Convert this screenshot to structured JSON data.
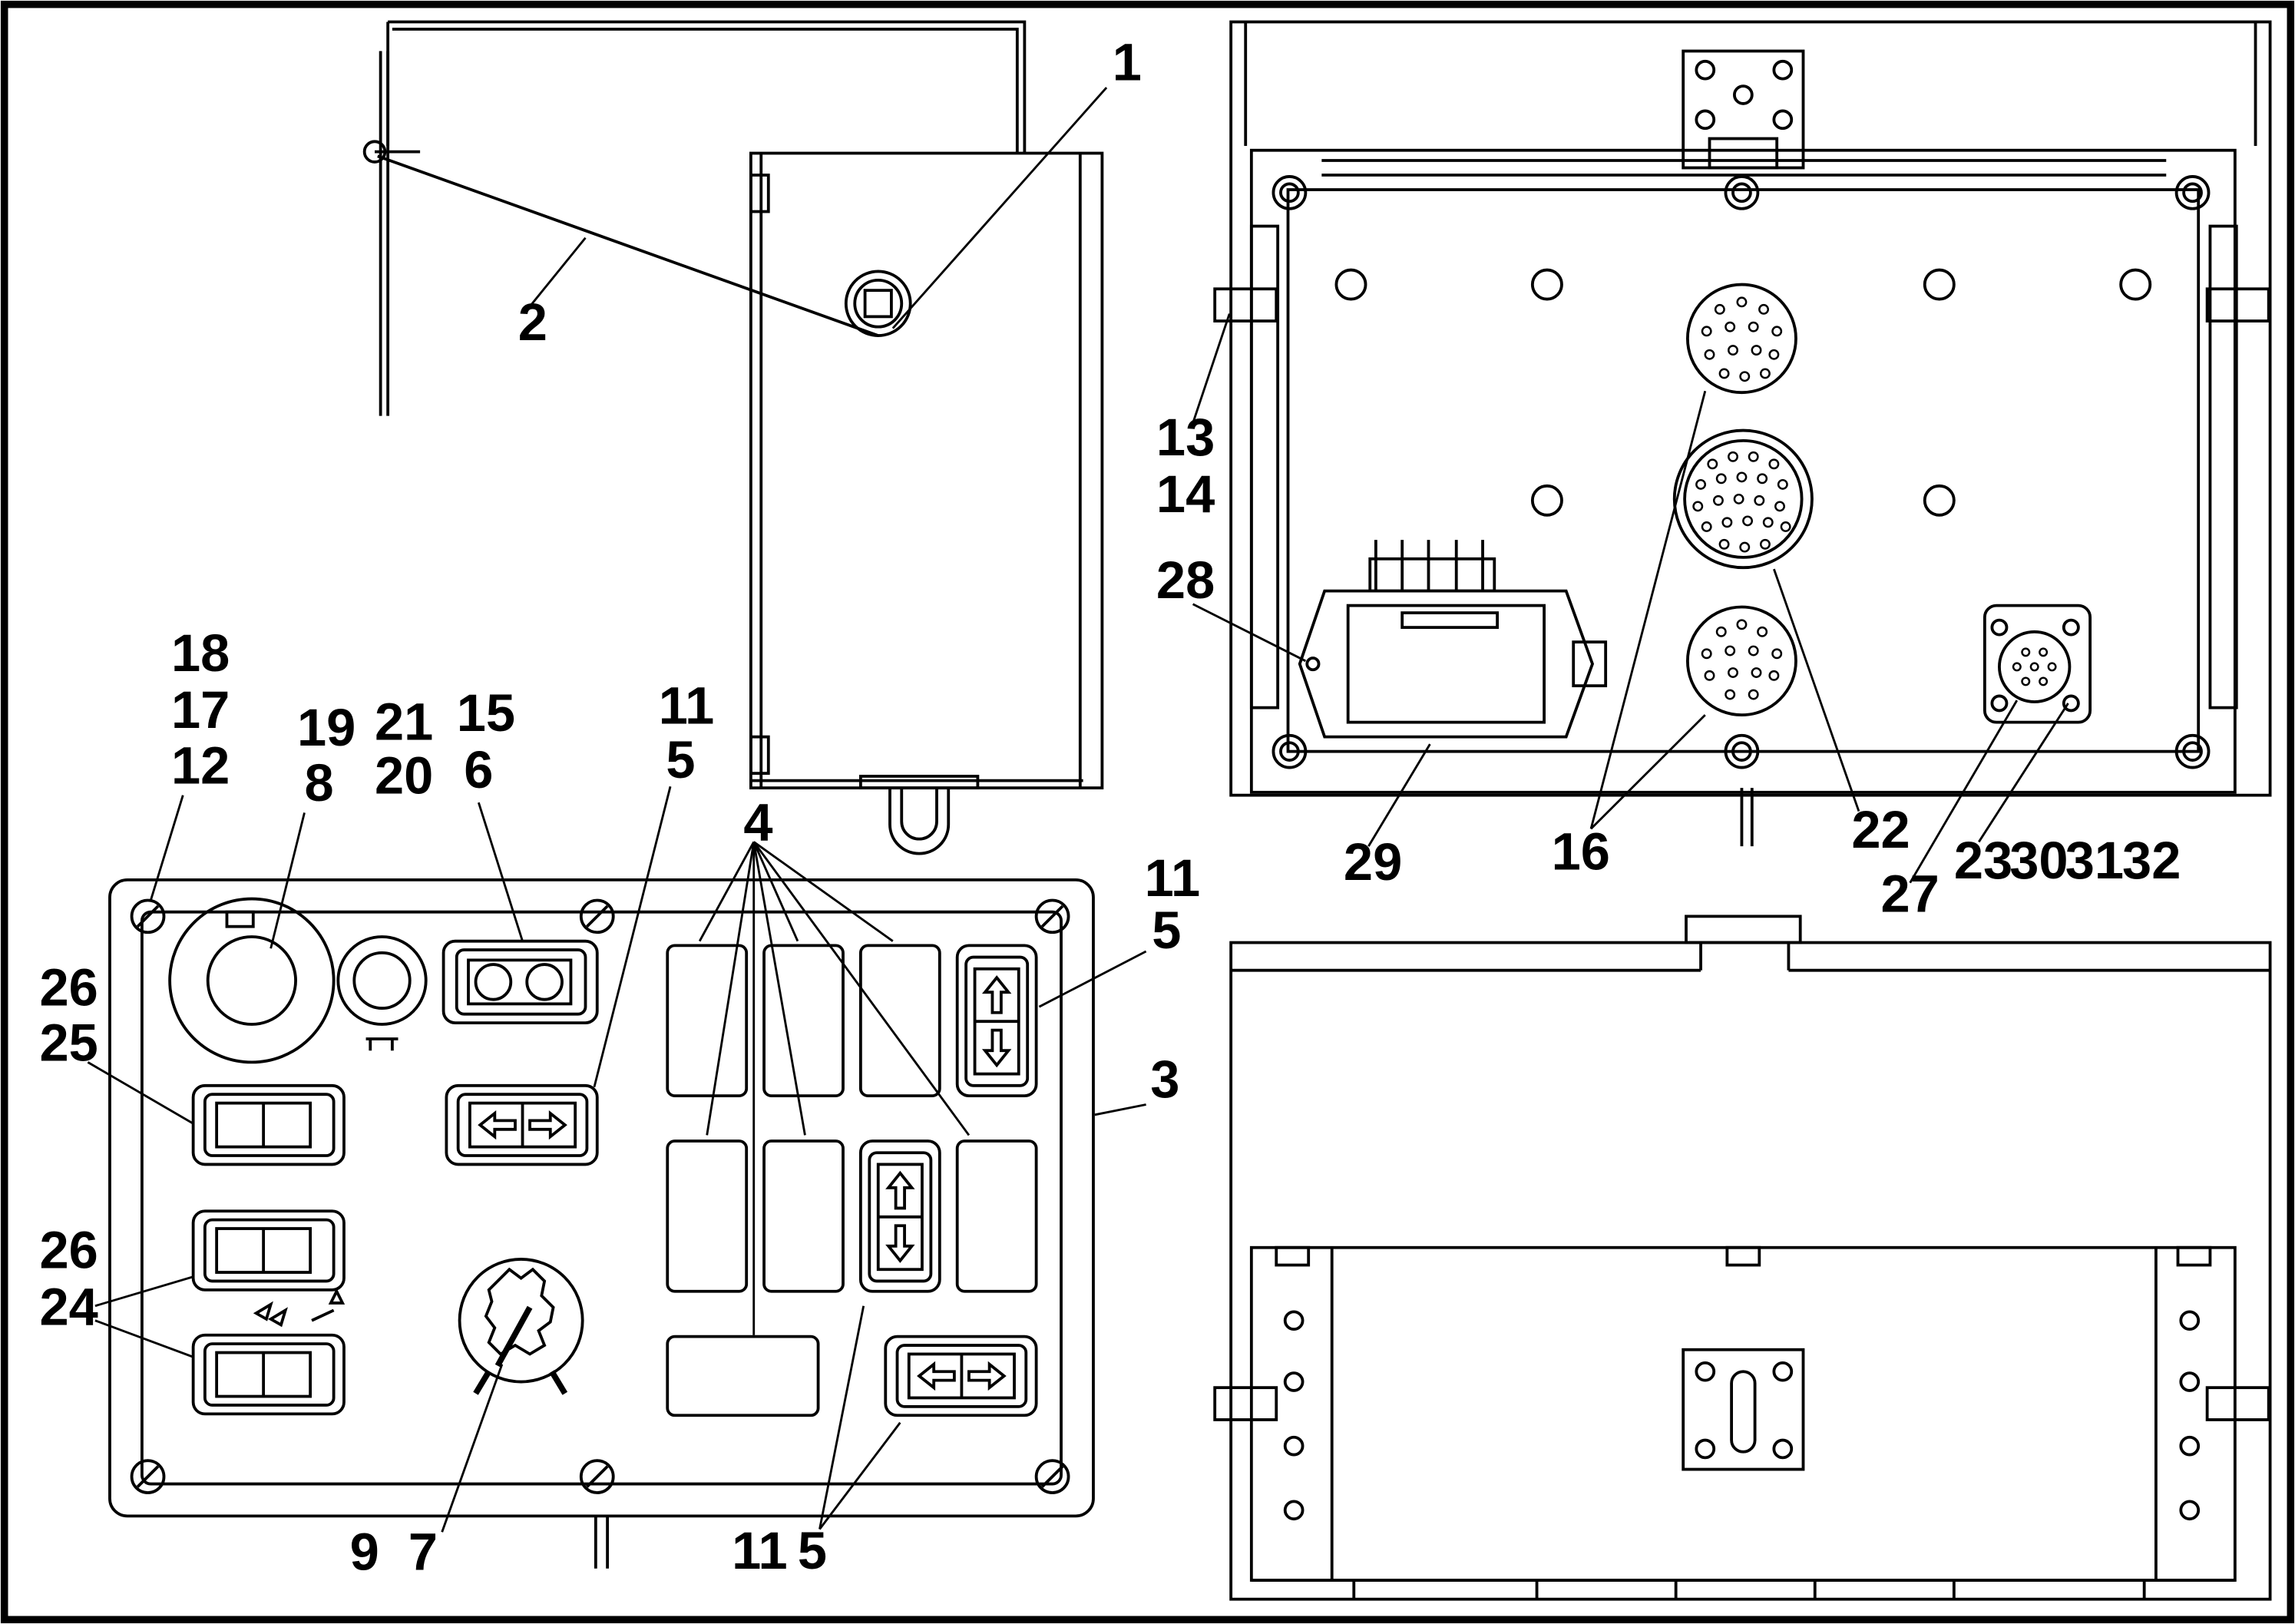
{
  "labels": {
    "l1": "1",
    "l2": "2",
    "l3": "3",
    "l4": "4",
    "l5a": "5",
    "l5b": "5",
    "l5c": "5",
    "l6": "6",
    "l7": "7",
    "l8": "8",
    "l9": "9",
    "l11a": "11",
    "l11b": "11",
    "l11c": "11",
    "l12": "12",
    "l13": "13",
    "l14": "14",
    "l15": "15",
    "l16": "16",
    "l17": "17",
    "l18": "18",
    "l19": "19",
    "l20": "20",
    "l21": "21",
    "l22": "22",
    "l23": "23",
    "l30": "30",
    "l31": "31",
    "l32": "32",
    "l24": "24",
    "l25": "25",
    "l26a": "26",
    "l26b": "26",
    "l27": "27",
    "l28": "28",
    "l29": "29"
  },
  "colors": {
    "ink": "#000000",
    "paper": "#ffffff"
  }
}
